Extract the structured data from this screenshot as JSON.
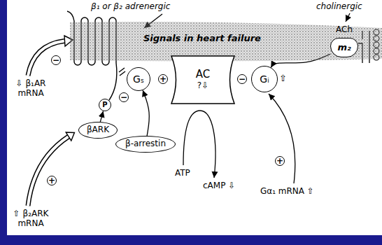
{
  "diagram": {
    "nodes": [
      {
        "text": [
          "Signals in heart failure"
        ]
      },
      {
        "text": [
          "m₂"
        ],
        "in": 0
      },
      {
        "text": [
          "Gₛ"
        ]
      },
      {
        "text": [
          "AC",
          "?⇩"
        ]
      },
      {
        "text": [
          "Gᵢ"
        ]
      },
      {
        "text": [
          "P"
        ]
      },
      {
        "text": [
          "βARK"
        ]
      },
      {
        "text": [
          "β-arrestin"
        ]
      }
    ],
    "edges": [
      {
        "from": 7,
        "to": 2,
        "arrow": "to"
      },
      {
        "from": 6,
        "to": 5,
        "arrow": "to"
      },
      {
        "from": 1,
        "to": 4,
        "arrow": "to"
      }
    ],
    "labels": [
      "β₁ or β₂ adrenergic",
      "cholinergic",
      "ACh",
      "⇩ β₁AR mRNA",
      "⇧ β₂ARK mRNA",
      "ATP",
      "cAMP ⇩",
      "Gα₁ mRNA ⇧",
      "⇧",
      "−",
      "+",
      "−",
      "+",
      "−",
      "+"
    ]
  }
}
